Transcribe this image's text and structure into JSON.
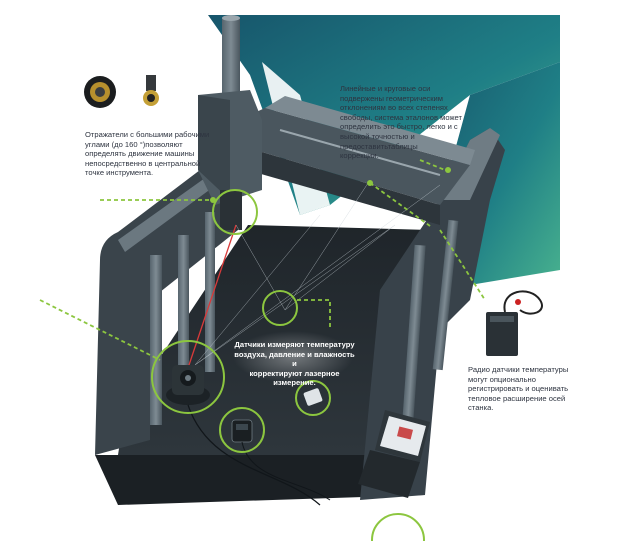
{
  "annotations": {
    "reflectors": [
      "Отражатели с большими рабочими",
      "углами (до 160 °)позволяют",
      "определять движение машины",
      "непосредственно в центральной",
      "точке инструмента."
    ],
    "axes": [
      "Линейные и круговые оси",
      "подвержены геометрическим",
      "отклонениям во всех степенях",
      "свободы, система эталонов может",
      "определить это быстро, легко и с",
      "высокой точностью и",
      "предоставитьтаблицы",
      "коррекции."
    ],
    "sensors": [
      "Датчики измеряют температуру",
      "воздуха,  давление и влажность и",
      "корректируют лазерное",
      "измерение."
    ],
    "radio": [
      "Радио датчики температуры",
      "могут опционально",
      "регистрировать и оценивать",
      "тепловое расширение осей",
      "станка."
    ]
  },
  "colors": {
    "accent_green": "#8cc63f",
    "teal_dark": "#1e6d7c",
    "teal_light": "#3aa58f",
    "machine_dark": "#2b3238",
    "machine_mid": "#3f4a52",
    "machine_light": "#5c6a73"
  },
  "icons": [
    "reflector-photo-icon",
    "reflector-mount-photo-icon",
    "laser-head-icon",
    "environment-sensor-icon",
    "radio-temp-sensor-icon",
    "laptop-icon"
  ]
}
